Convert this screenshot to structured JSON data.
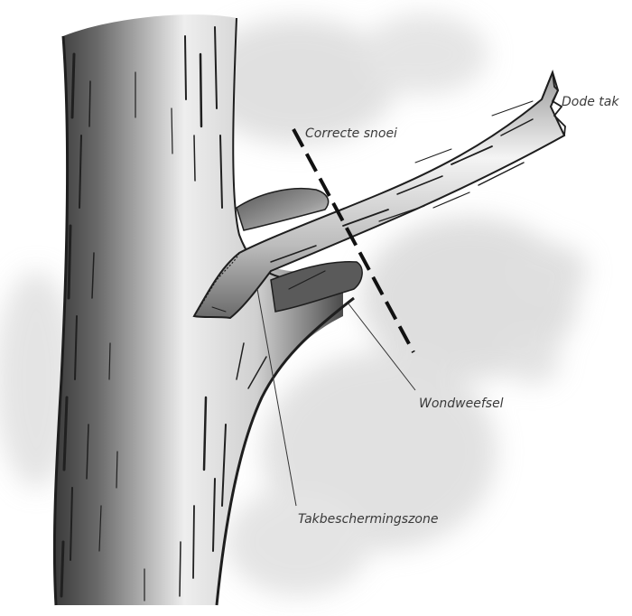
{
  "labels": {
    "dead_branch": "Dode tak",
    "correct_cut": "Correcte snoei",
    "wound_tissue": "Wondweefsel",
    "branch_protection_zone": "Takbeschermingszone"
  },
  "colors": {
    "ink": "#1e1e1e",
    "label": "#3a3a3a",
    "bark_light": "#e8e8e8",
    "bark_dark": "#3c3c3c",
    "haze": "#cfcfcf"
  }
}
